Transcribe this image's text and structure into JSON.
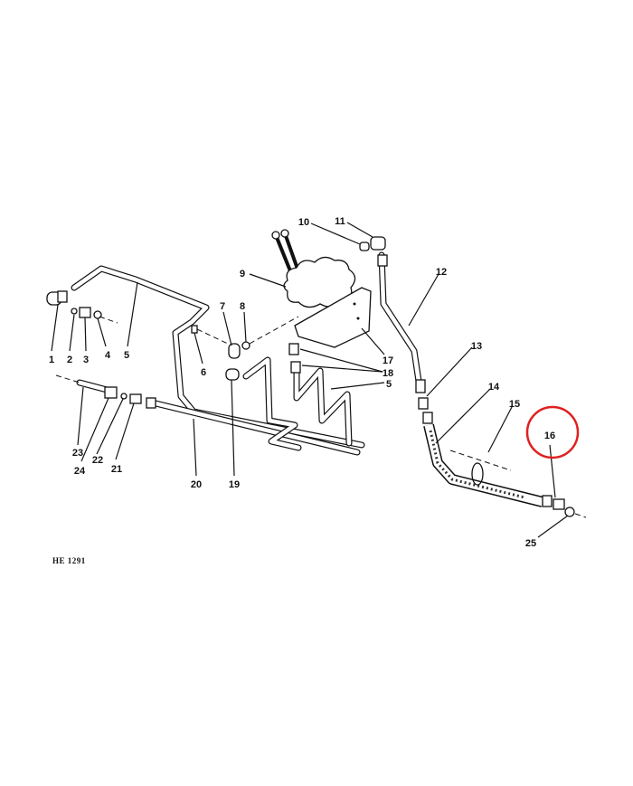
{
  "diagram": {
    "code": "HE 1291",
    "highlight_color": "#e02020",
    "highlighted_callout": "16",
    "callouts": [
      "1",
      "2",
      "3",
      "4",
      "5",
      "6",
      "7",
      "8",
      "9",
      "10",
      "11",
      "12",
      "13",
      "14",
      "15",
      "16",
      "17",
      "18",
      "5",
      "19",
      "20",
      "21",
      "22",
      "23",
      "24",
      "25"
    ]
  }
}
